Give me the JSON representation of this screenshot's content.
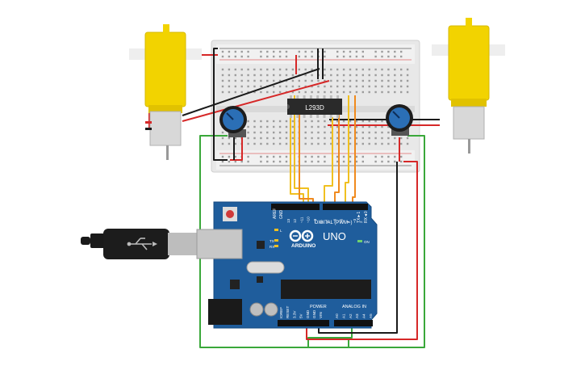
{
  "chip": {
    "label": "L293D"
  },
  "board": {
    "digital_label": "DIGITAL (PWM~)",
    "brand": "ARDUINO",
    "model": "UNO",
    "power_label": "POWER",
    "analog_label": "ANALOG IN",
    "on_label": "ON",
    "l_label": "L",
    "tx_label": "TX",
    "rx_label": "RX",
    "aref_label": "AREF",
    "gnd_label": "GND",
    "tx_pin_label": "TX►1",
    "rx_pin_label": "RX◄0",
    "digital_pins": [
      "13",
      "12",
      "~11",
      "~10",
      "~9",
      "8",
      "7",
      "~6",
      "~5",
      "4",
      "~3",
      "2"
    ],
    "power_pins": [
      "IOREF",
      "RESET",
      "3.3V",
      "5V",
      "GND",
      "GND",
      "VIN"
    ],
    "analog_pins": [
      "A0",
      "A1",
      "A2",
      "A3",
      "A4",
      "A5"
    ]
  },
  "colors": {
    "breadboard": "#e6e6e6",
    "board_blue": "#1f5d9c",
    "motor_yellow": "#f2d300",
    "pot_blue": "#2b6fb6",
    "wire_red": "#d62828",
    "wire_black": "#1a1a1a",
    "wire_green": "#3aa83a",
    "wire_yellow": "#f0c020",
    "wire_orange": "#f08a1e"
  }
}
